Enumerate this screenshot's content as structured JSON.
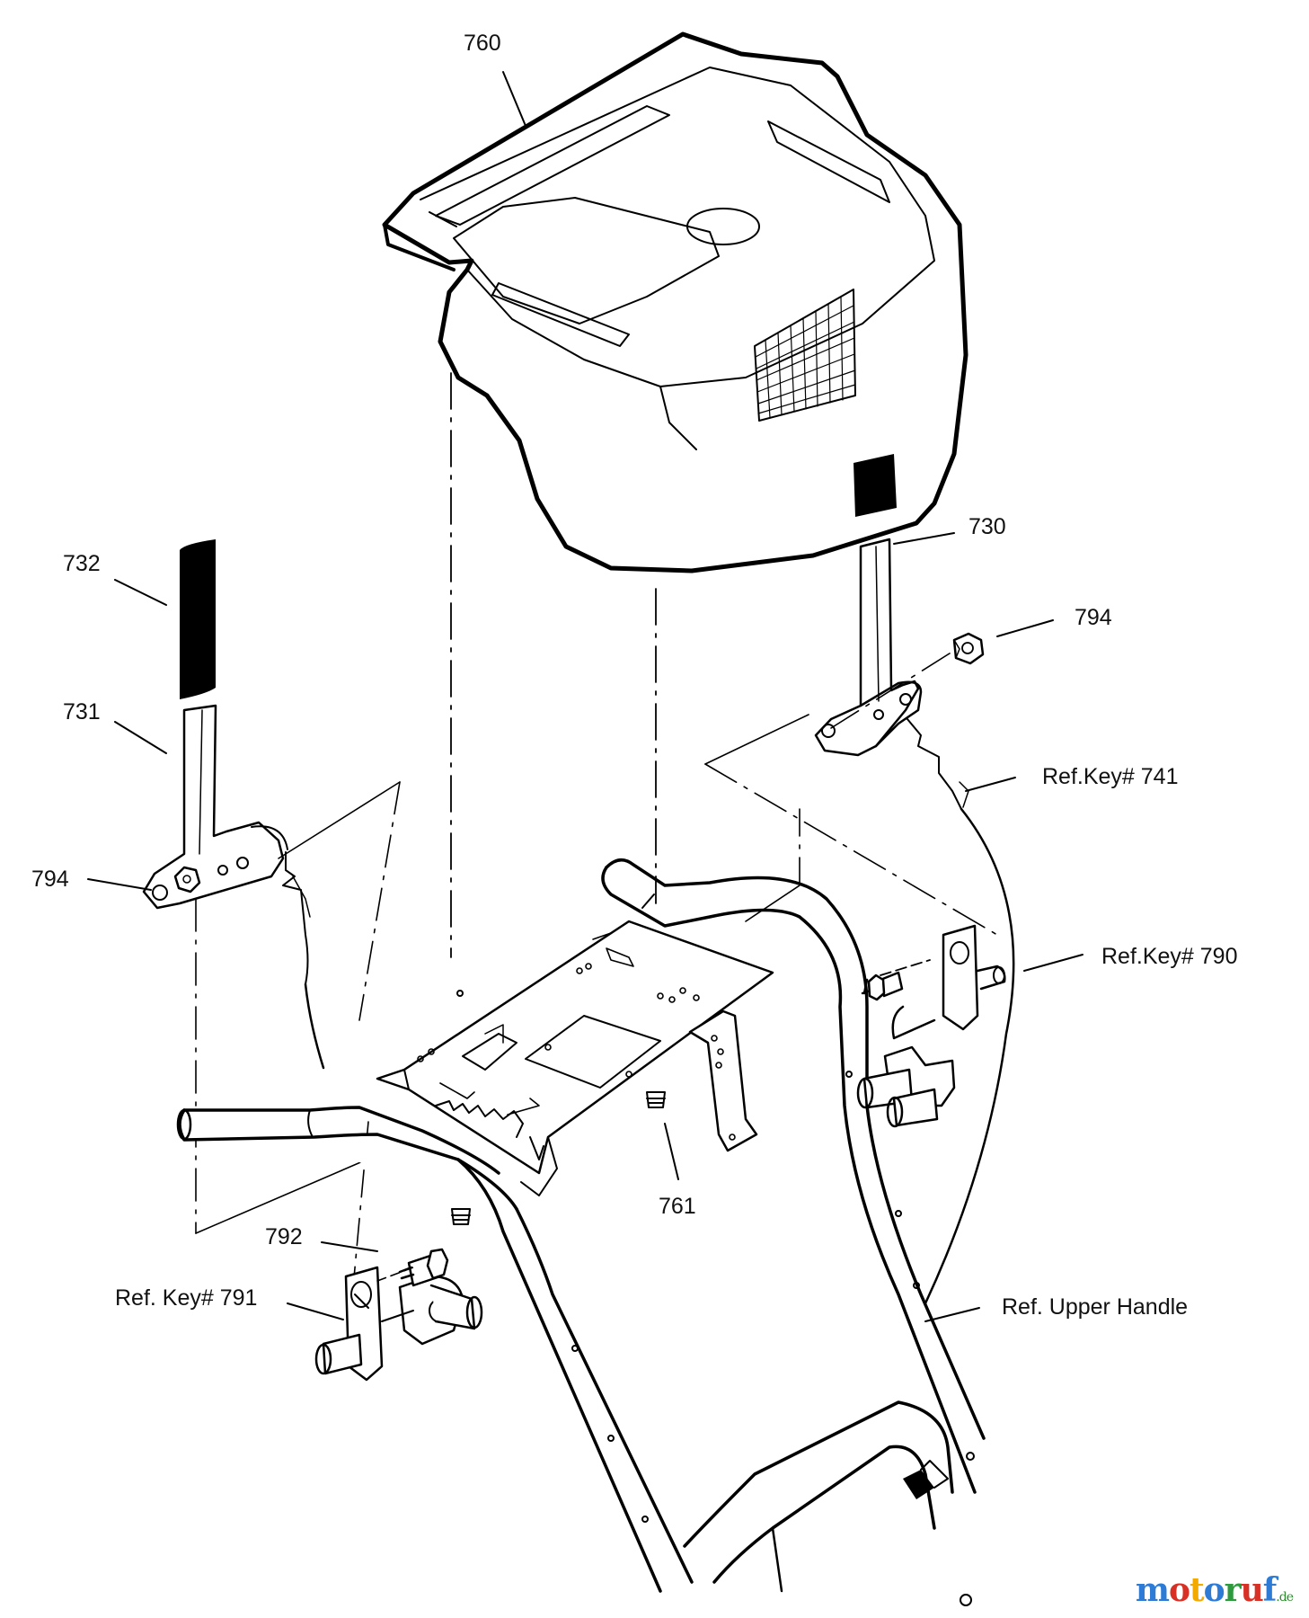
{
  "callouts": {
    "c760": "760",
    "c730": "730",
    "c732": "732",
    "c794_right": "794",
    "c731": "731",
    "c741": "Ref.Key# 741",
    "c794_left": "794",
    "c790": "Ref.Key# 790",
    "c761": "761",
    "c792": "792",
    "c791": "Ref. Key# 791",
    "c_handle": "Ref. Upper Handle"
  },
  "watermark": {
    "letters": [
      "m",
      "o",
      "t",
      "o",
      "r",
      "u",
      "f"
    ],
    "colors": [
      "#2e7bd6",
      "#d93025",
      "#f2a900",
      "#2e7bd6",
      "#2e9a3e",
      "#d93025",
      "#2e7bd6"
    ],
    "suffix": ".de"
  }
}
